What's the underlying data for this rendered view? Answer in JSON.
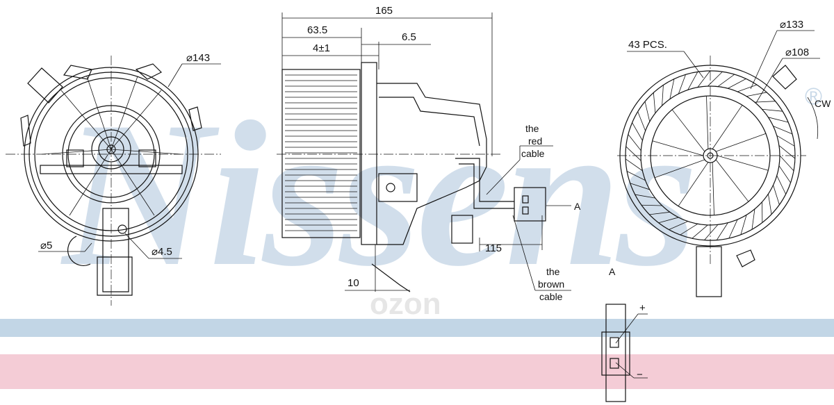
{
  "brand": {
    "watermark": "Nissens",
    "registered": "®",
    "watermark_color": "#c9d9e8",
    "band_blue": "#c2d6e6",
    "band_pink": "#f4ccd6"
  },
  "site_watermark": "ozon",
  "left_view": {
    "dia_outer": "⌀143",
    "dia_hole_small": "⌀5",
    "dia_hole": "⌀4.5"
  },
  "side_view": {
    "overall_length": "165",
    "dim_63_5": "63.5",
    "dim_4": "4±1",
    "dim_6_5": "6.5",
    "dim_10": "10",
    "dim_115": "115",
    "red_cable": [
      "the",
      "red",
      "cable"
    ],
    "brown_cable": [
      "the",
      "brown",
      "cable"
    ],
    "section_marker": "A"
  },
  "right_view": {
    "blades_count": "43 PCS.",
    "dia_133": "⌀133",
    "dia_108": "⌀108",
    "rotation": "CW"
  },
  "connector_view": {
    "title": "A",
    "plus": "+",
    "minus": "−"
  }
}
